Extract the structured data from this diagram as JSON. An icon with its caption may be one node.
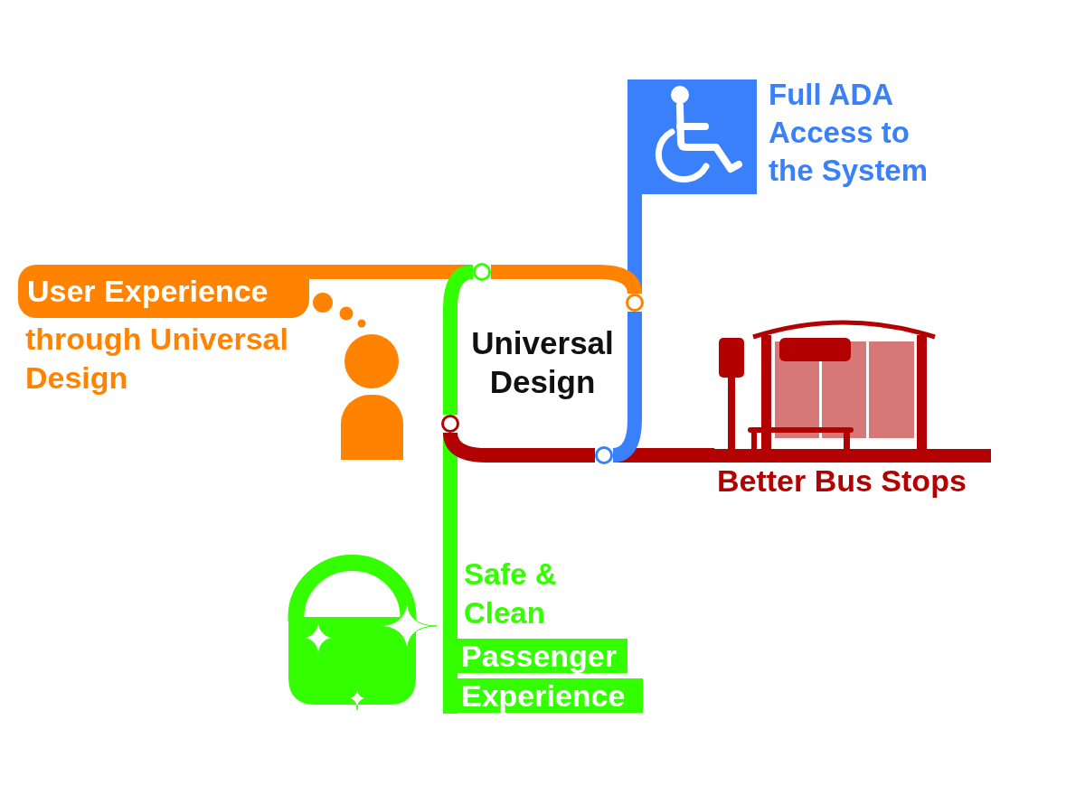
{
  "diagram": {
    "nodes": [
      {
        "text": [],
        "shape": "box",
        "beside": [
          "Full ADA Access to the System"
        ]
      },
      {
        "text": [
          "User Experience"
        ],
        "beside": [
          "through Universal Design"
        ]
      },
      {
        "text": [],
        "shape": "circle"
      },
      {
        "text": [],
        "shape": "circle"
      },
      {
        "text": [
          "Universal Design"
        ]
      },
      {
        "text": [
          "Better Bus Stops"
        ]
      },
      {
        "text": [],
        "shape": "circle"
      },
      {
        "text": [],
        "shape": "circle"
      },
      {
        "text": [
          "Safe & Clean",
          "Passenger Experience"
        ]
      }
    ],
    "edges": [
      {
        "from": 0,
        "to": 3,
        "arrow": "none",
        "color": "#3a80fa"
      },
      {
        "from": 3,
        "to": 7,
        "arrow": "none",
        "color": "#3a80fa"
      },
      {
        "from": 1,
        "to": 2,
        "arrow": "none",
        "color": "#ff8300"
      },
      {
        "from": 2,
        "to": 3,
        "arrow": "none",
        "color": "#ff8300"
      },
      {
        "from": 5,
        "to": 7,
        "arrow": "none",
        "color": "#b30000"
      },
      {
        "from": 7,
        "to": 6,
        "arrow": "none",
        "color": "#b30000"
      },
      {
        "from": 8,
        "to": 6,
        "arrow": "none",
        "color": "#33ff00"
      },
      {
        "from": 6,
        "to": 2,
        "arrow": "none",
        "color": "#33ff00"
      }
    ]
  }
}
